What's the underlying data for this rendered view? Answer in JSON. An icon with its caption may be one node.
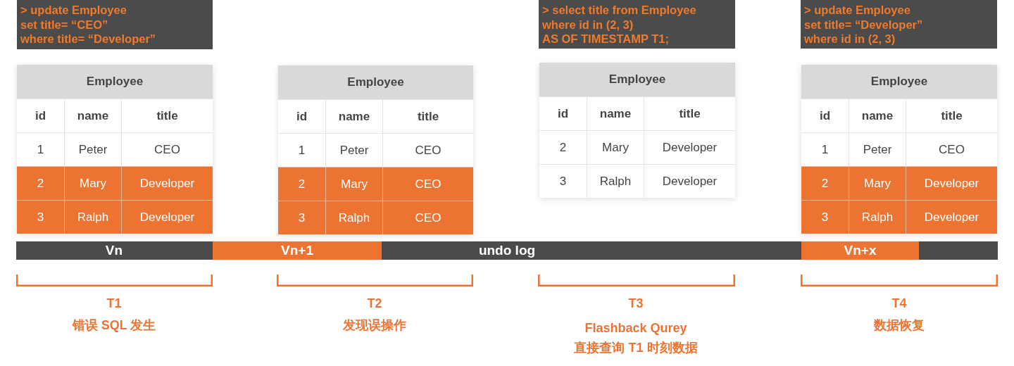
{
  "diagram": {
    "nodes": [
      {
        "text": [
          "> update Employee",
          "set title= “CEO”",
          "where title= “Developer”"
        ]
      },
      {
        "text": [
          "Employee",
          "id",
          "name",
          "title",
          "1",
          "Peter",
          "CEO",
          "2",
          "Mary",
          "Developer",
          "3",
          "Ralph",
          "Developer"
        ]
      },
      {
        "text": [
          "Employee",
          "id",
          "name",
          "title",
          "1",
          "Peter",
          "CEO",
          "2",
          "Mary",
          "CEO",
          "3",
          "Ralph",
          "CEO"
        ]
      },
      {
        "text": [
          "> select title from Employee",
          "where id in (2, 3)",
          "AS OF TIMESTAMP T1;"
        ]
      },
      {
        "text": [
          "Employee",
          "id",
          "name",
          "title",
          "2",
          "Mary",
          "Developer",
          "3",
          "Ralph",
          "Developer"
        ]
      },
      {
        "text": [
          "> update Employee",
          "set title= “Developer”",
          "where id in (2, 3)"
        ]
      },
      {
        "text": [
          "Employee",
          "id",
          "name",
          "title",
          "1",
          "Peter",
          "CEO",
          "2",
          "Mary",
          "Developer",
          "3",
          "Ralph",
          "Developer"
        ]
      },
      {
        "text": [
          "Vn",
          "undo log"
        ]
      },
      {
        "text": [
          "Vn+1"
        ],
        "in": 7
      },
      {
        "text": [
          "Vn+x"
        ],
        "in": 7
      }
    ],
    "labels": [
      "T1",
      "错误 SQL 发生",
      "T2",
      "发现误操作",
      "T3",
      "Flashback Qurey",
      "直接查询 T1 时刻数据",
      "T4",
      "数据恢复"
    ]
  }
}
